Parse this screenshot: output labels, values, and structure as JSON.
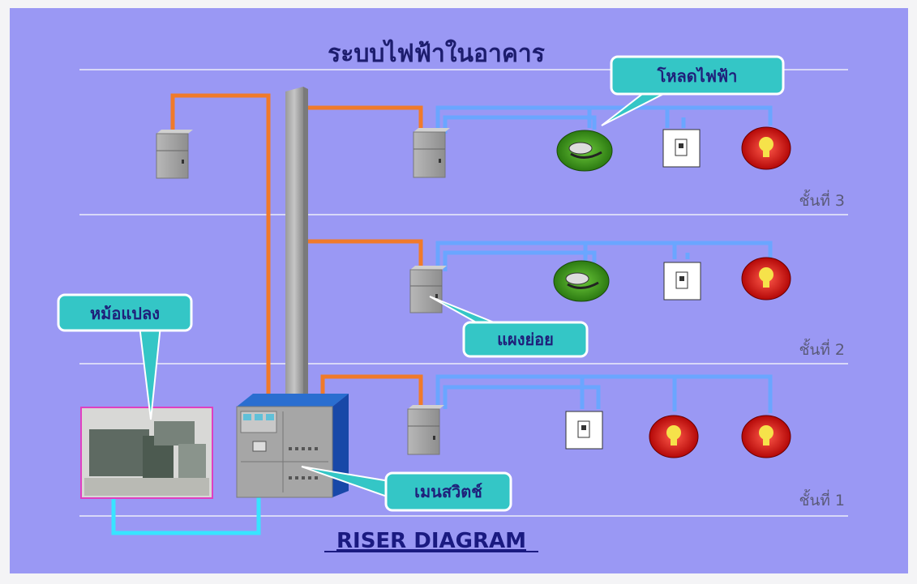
{
  "title": "ระบบไฟฟ้าในอาคาร",
  "diagram_caption": "RISER DIAGRAM",
  "floors": [
    {
      "label": "ชั้นที่ 3"
    },
    {
      "label": "ชั้นที่ 2"
    },
    {
      "label": "ชั้นที่ 1"
    }
  ],
  "callouts": {
    "load": "โหลดไฟฟ้า",
    "transformer": "หม้อแปลง",
    "sub_panel": "แผงย่อย",
    "main_switch": "เมนสวิตช์"
  },
  "colors": {
    "background": "#9a98f4",
    "feeder_line": "#f07a2a",
    "branch_line": "#6aa6ff",
    "ground_line": "#38e4ff",
    "callout_fill": "#34c6c6",
    "lamp": "#d41010",
    "motor": "#3f9a1a"
  }
}
